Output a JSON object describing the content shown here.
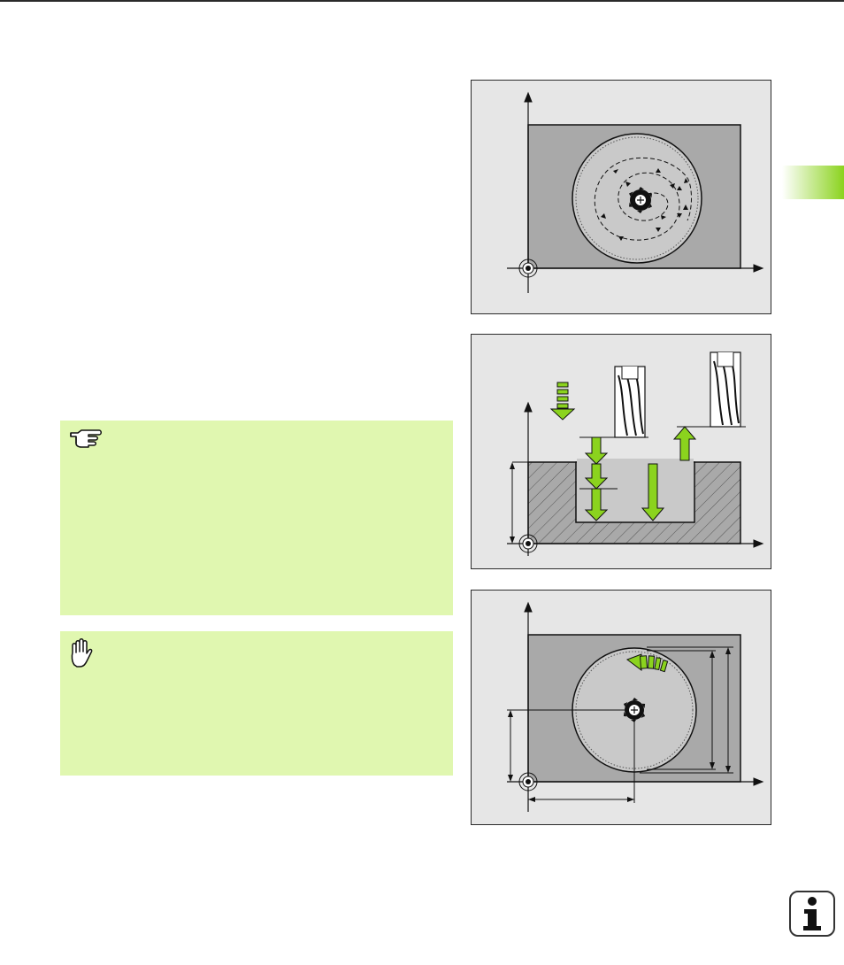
{
  "colors": {
    "header_line": "#2a2a2a",
    "accent_green": "#8bd31e",
    "note_background": "#e0f7b0",
    "figure_background": "#e6e6e6",
    "workpiece_gray": "#a9a9a9"
  },
  "side_tab": {
    "gradient": [
      "#ffffff",
      "#8bd31e"
    ]
  },
  "notes": [
    {
      "icon": "pointing-hand-icon",
      "text": ""
    },
    {
      "icon": "raised-hand-warning-icon",
      "text": ""
    }
  ],
  "figures": [
    {
      "content": "circular-pocket-spiral-toolpath"
    },
    {
      "content": "plunge-depth-infeed-section"
    },
    {
      "content": "circular-pocket-dimensions"
    }
  ],
  "info_button": {
    "icon": "info-icon"
  }
}
